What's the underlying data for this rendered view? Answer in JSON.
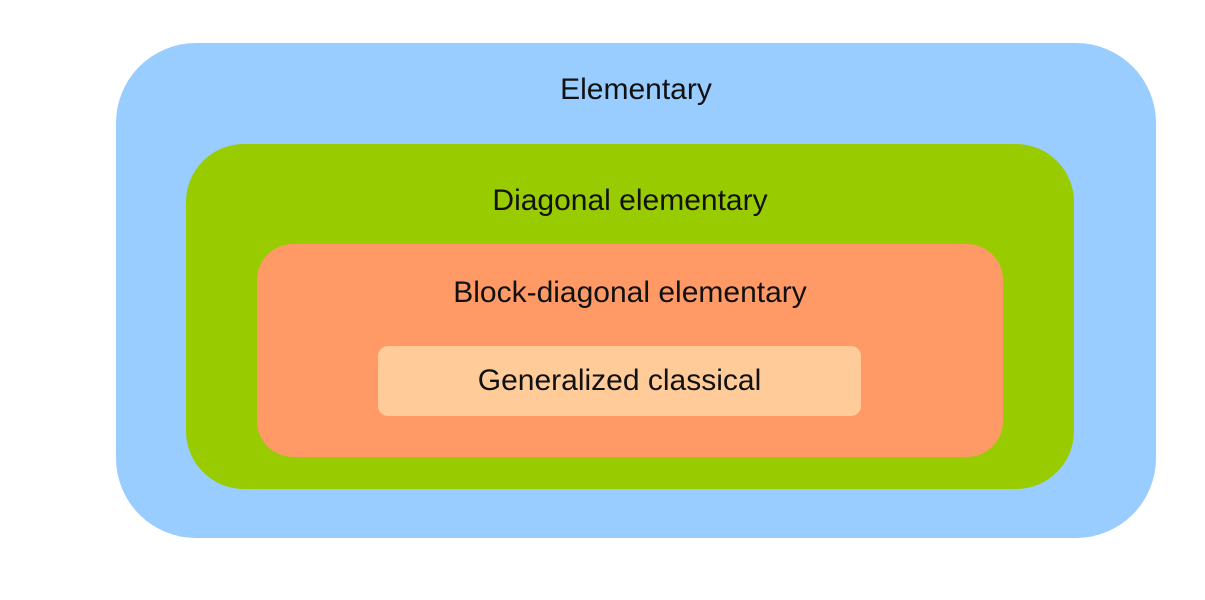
{
  "diagram": {
    "levels": [
      {
        "label": "Elementary",
        "color": "#99ccff"
      },
      {
        "label": "Diagonal elementary",
        "color": "#99cc00"
      },
      {
        "label": "Block-diagonal elementary",
        "color": "#ff9966"
      },
      {
        "label": "Generalized classical",
        "color": "#ffcc99"
      }
    ]
  }
}
